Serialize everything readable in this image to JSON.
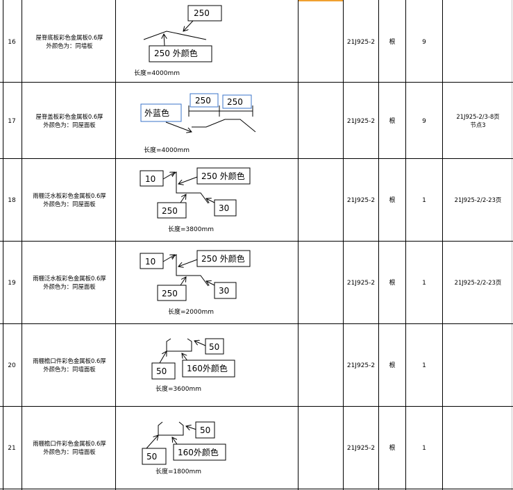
{
  "rows": [
    {
      "num": "16",
      "desc_line1": "屋脊底板彩色金属板0.6厚",
      "desc_line2": "外颜色为：同墙板",
      "standard": "21J925-2",
      "unit": "根",
      "qty": "9",
      "note_line1": "",
      "note_line2": "",
      "labels": [
        "250",
        "250  外颜色"
      ],
      "length": "长度=4000mm"
    },
    {
      "num": "17",
      "desc_line1": "屋脊盖板彩色金属板0.6厚",
      "desc_line2": "外颜色为：同屋面板",
      "standard": "21J925-2",
      "unit": "根",
      "qty": "9",
      "note_line1": "21J925-2/3-8页",
      "note_line2": "节点3",
      "labels": [
        "250",
        "250",
        "外蓝色"
      ],
      "length": "长度=4000mm"
    },
    {
      "num": "18",
      "desc_line1": "雨棚泛水板彩色金属板0.6厚",
      "desc_line2": "外颜色为：同屋面板",
      "standard": "21J925-2",
      "unit": "根",
      "qty": "1",
      "note_line1": "21J925-2/2-23页",
      "note_line2": "",
      "labels": [
        "10",
        "250 外颜色",
        "250",
        "30"
      ],
      "length": "长度=3800mm"
    },
    {
      "num": "19",
      "desc_line1": "雨棚泛水板彩色金属板0.6厚",
      "desc_line2": "外颜色为：同屋面板",
      "standard": "21J925-2",
      "unit": "根",
      "qty": "1",
      "note_line1": "21J925-2/2-23页",
      "note_line2": "",
      "labels": [
        "10",
        "250 外颜色",
        "250",
        "30"
      ],
      "length": "长度=2000mm"
    },
    {
      "num": "20",
      "desc_line1": "雨棚檐口件彩色金属板0.6厚",
      "desc_line2": "外颜色为：同墙面板",
      "standard": "21J925-2",
      "unit": "根",
      "qty": "1",
      "note_line1": "",
      "note_line2": "",
      "labels": [
        "50",
        "50",
        "160外颜色"
      ],
      "length": "长度=3600mm"
    },
    {
      "num": "21",
      "desc_line1": "雨棚檐口件彩色金属板0.6厚",
      "desc_line2": "外颜色为：同墙面板",
      "standard": "21J925-2",
      "unit": "根",
      "qty": "1",
      "note_line1": "",
      "note_line2": "",
      "labels": [
        "50",
        "50",
        "160外颜色"
      ],
      "length": "长度=1800mm"
    }
  ]
}
